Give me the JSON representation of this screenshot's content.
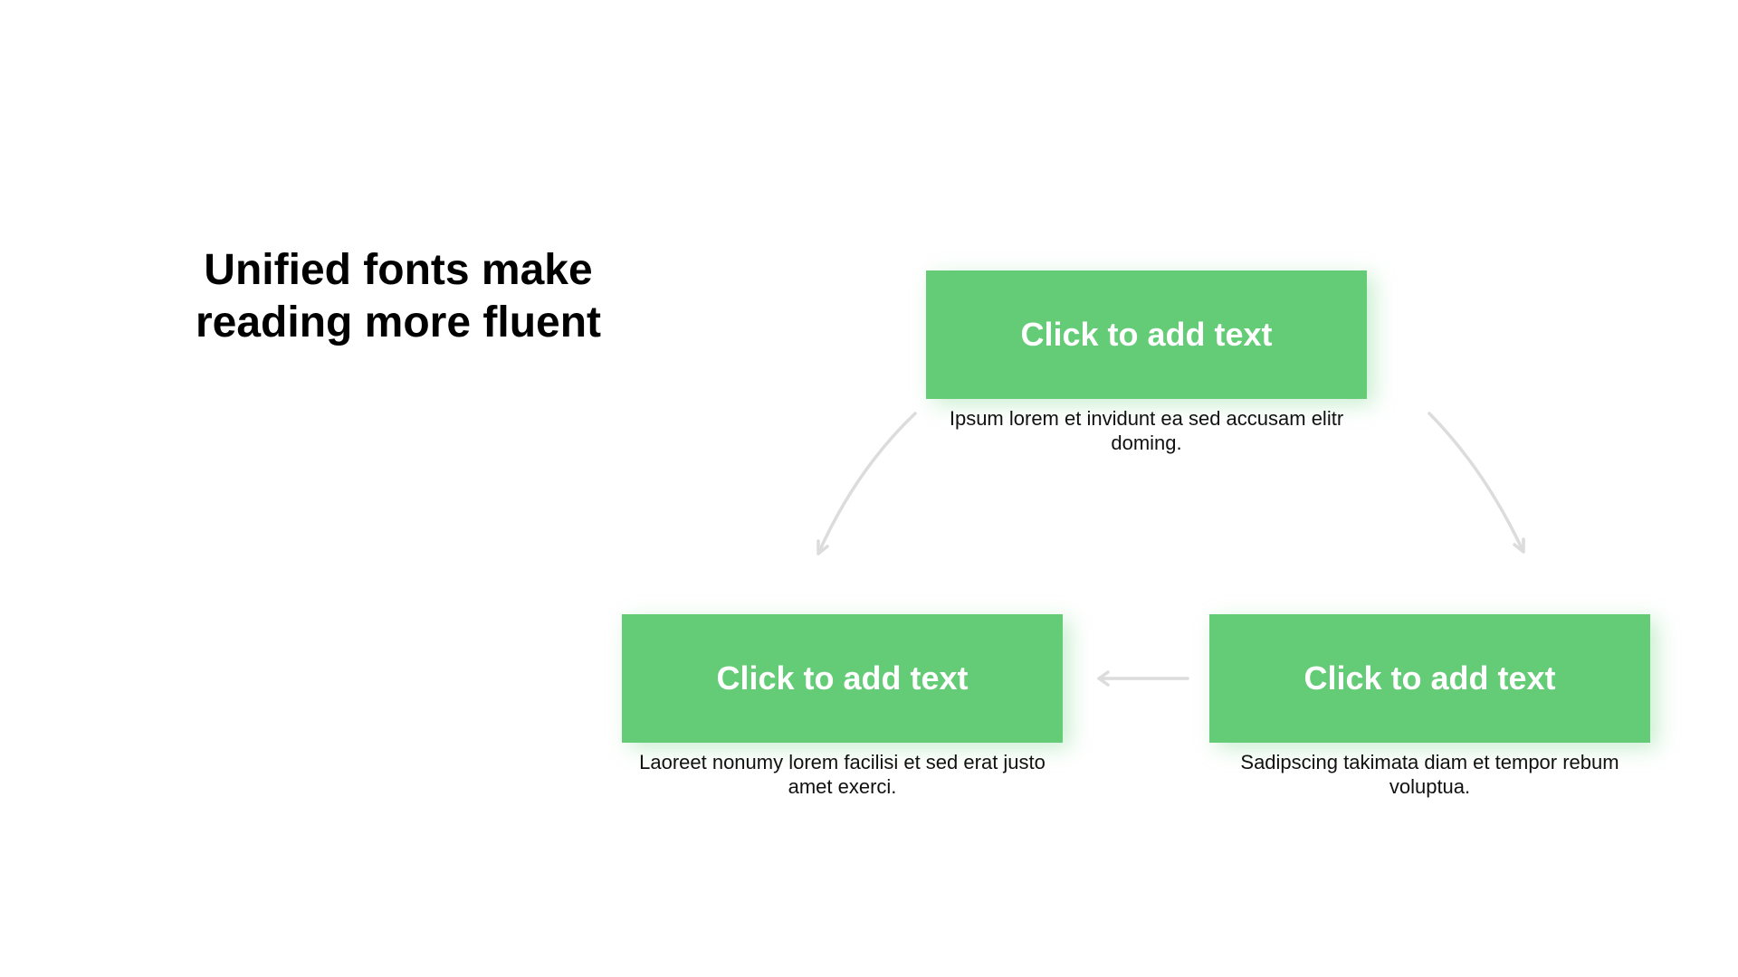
{
  "title": {
    "line1": "Unified fonts make",
    "line2": "reading more fluent"
  },
  "colors": {
    "box_fill": "#64cc77",
    "box_text": "#ffffff",
    "arrow": "#dcdcdc",
    "text": "#000000"
  },
  "nodes": [
    {
      "label": "Click to add text",
      "description": "Ipsum lorem et invidunt ea sed accusam elitr doming."
    },
    {
      "label": "Click to add text",
      "description": "Laoreet nonumy lorem facilisi et sed erat justo amet exerci."
    },
    {
      "label": "Click to add text",
      "description": "Sadipscing takimata diam et tempor rebum voluptua."
    }
  ],
  "connectors": [
    {
      "from": "top",
      "to": "left",
      "icon": "curved-arrow-icon"
    },
    {
      "from": "right",
      "to": "left",
      "icon": "arrow-left-icon"
    },
    {
      "from": "top",
      "to": "right",
      "icon": "curved-arrow-icon"
    }
  ]
}
